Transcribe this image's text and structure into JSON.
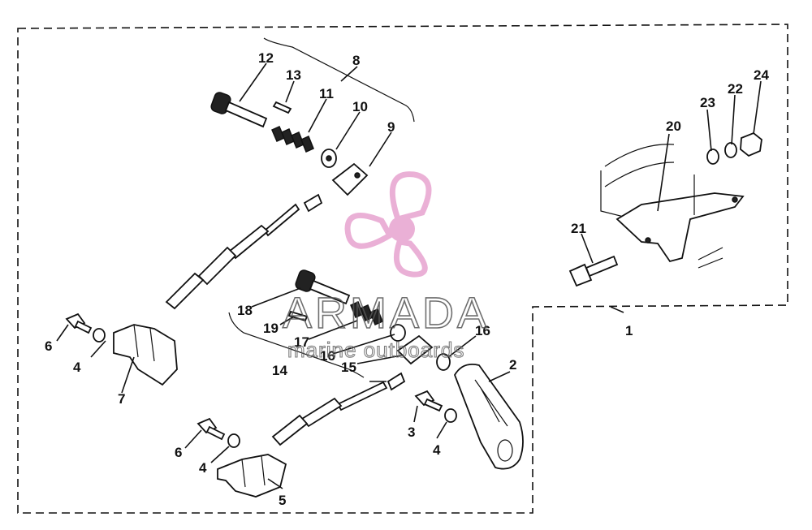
{
  "callouts": {
    "c1": "1",
    "c2": "2",
    "c3": "3",
    "c4a": "4",
    "c4b": "4",
    "c4c": "4",
    "c5": "5",
    "c6a": "6",
    "c6b": "6",
    "c7": "7",
    "c8": "8",
    "c9": "9",
    "c10": "10",
    "c11": "11",
    "c12": "12",
    "c13": "13",
    "c14": "14",
    "c15": "15",
    "c16a": "16",
    "c16b": "16",
    "c17": "17",
    "c18": "18",
    "c19": "19",
    "c20": "20",
    "c21": "21",
    "c22": "22",
    "c23": "23",
    "c24": "24"
  },
  "watermark": {
    "brand": "ARMADA",
    "tagline": "marine outboards",
    "logo_icon": "propeller-icon",
    "logo_color": "#e7a3cf"
  },
  "colors": {
    "ink": "#111111",
    "background": "#ffffff"
  }
}
